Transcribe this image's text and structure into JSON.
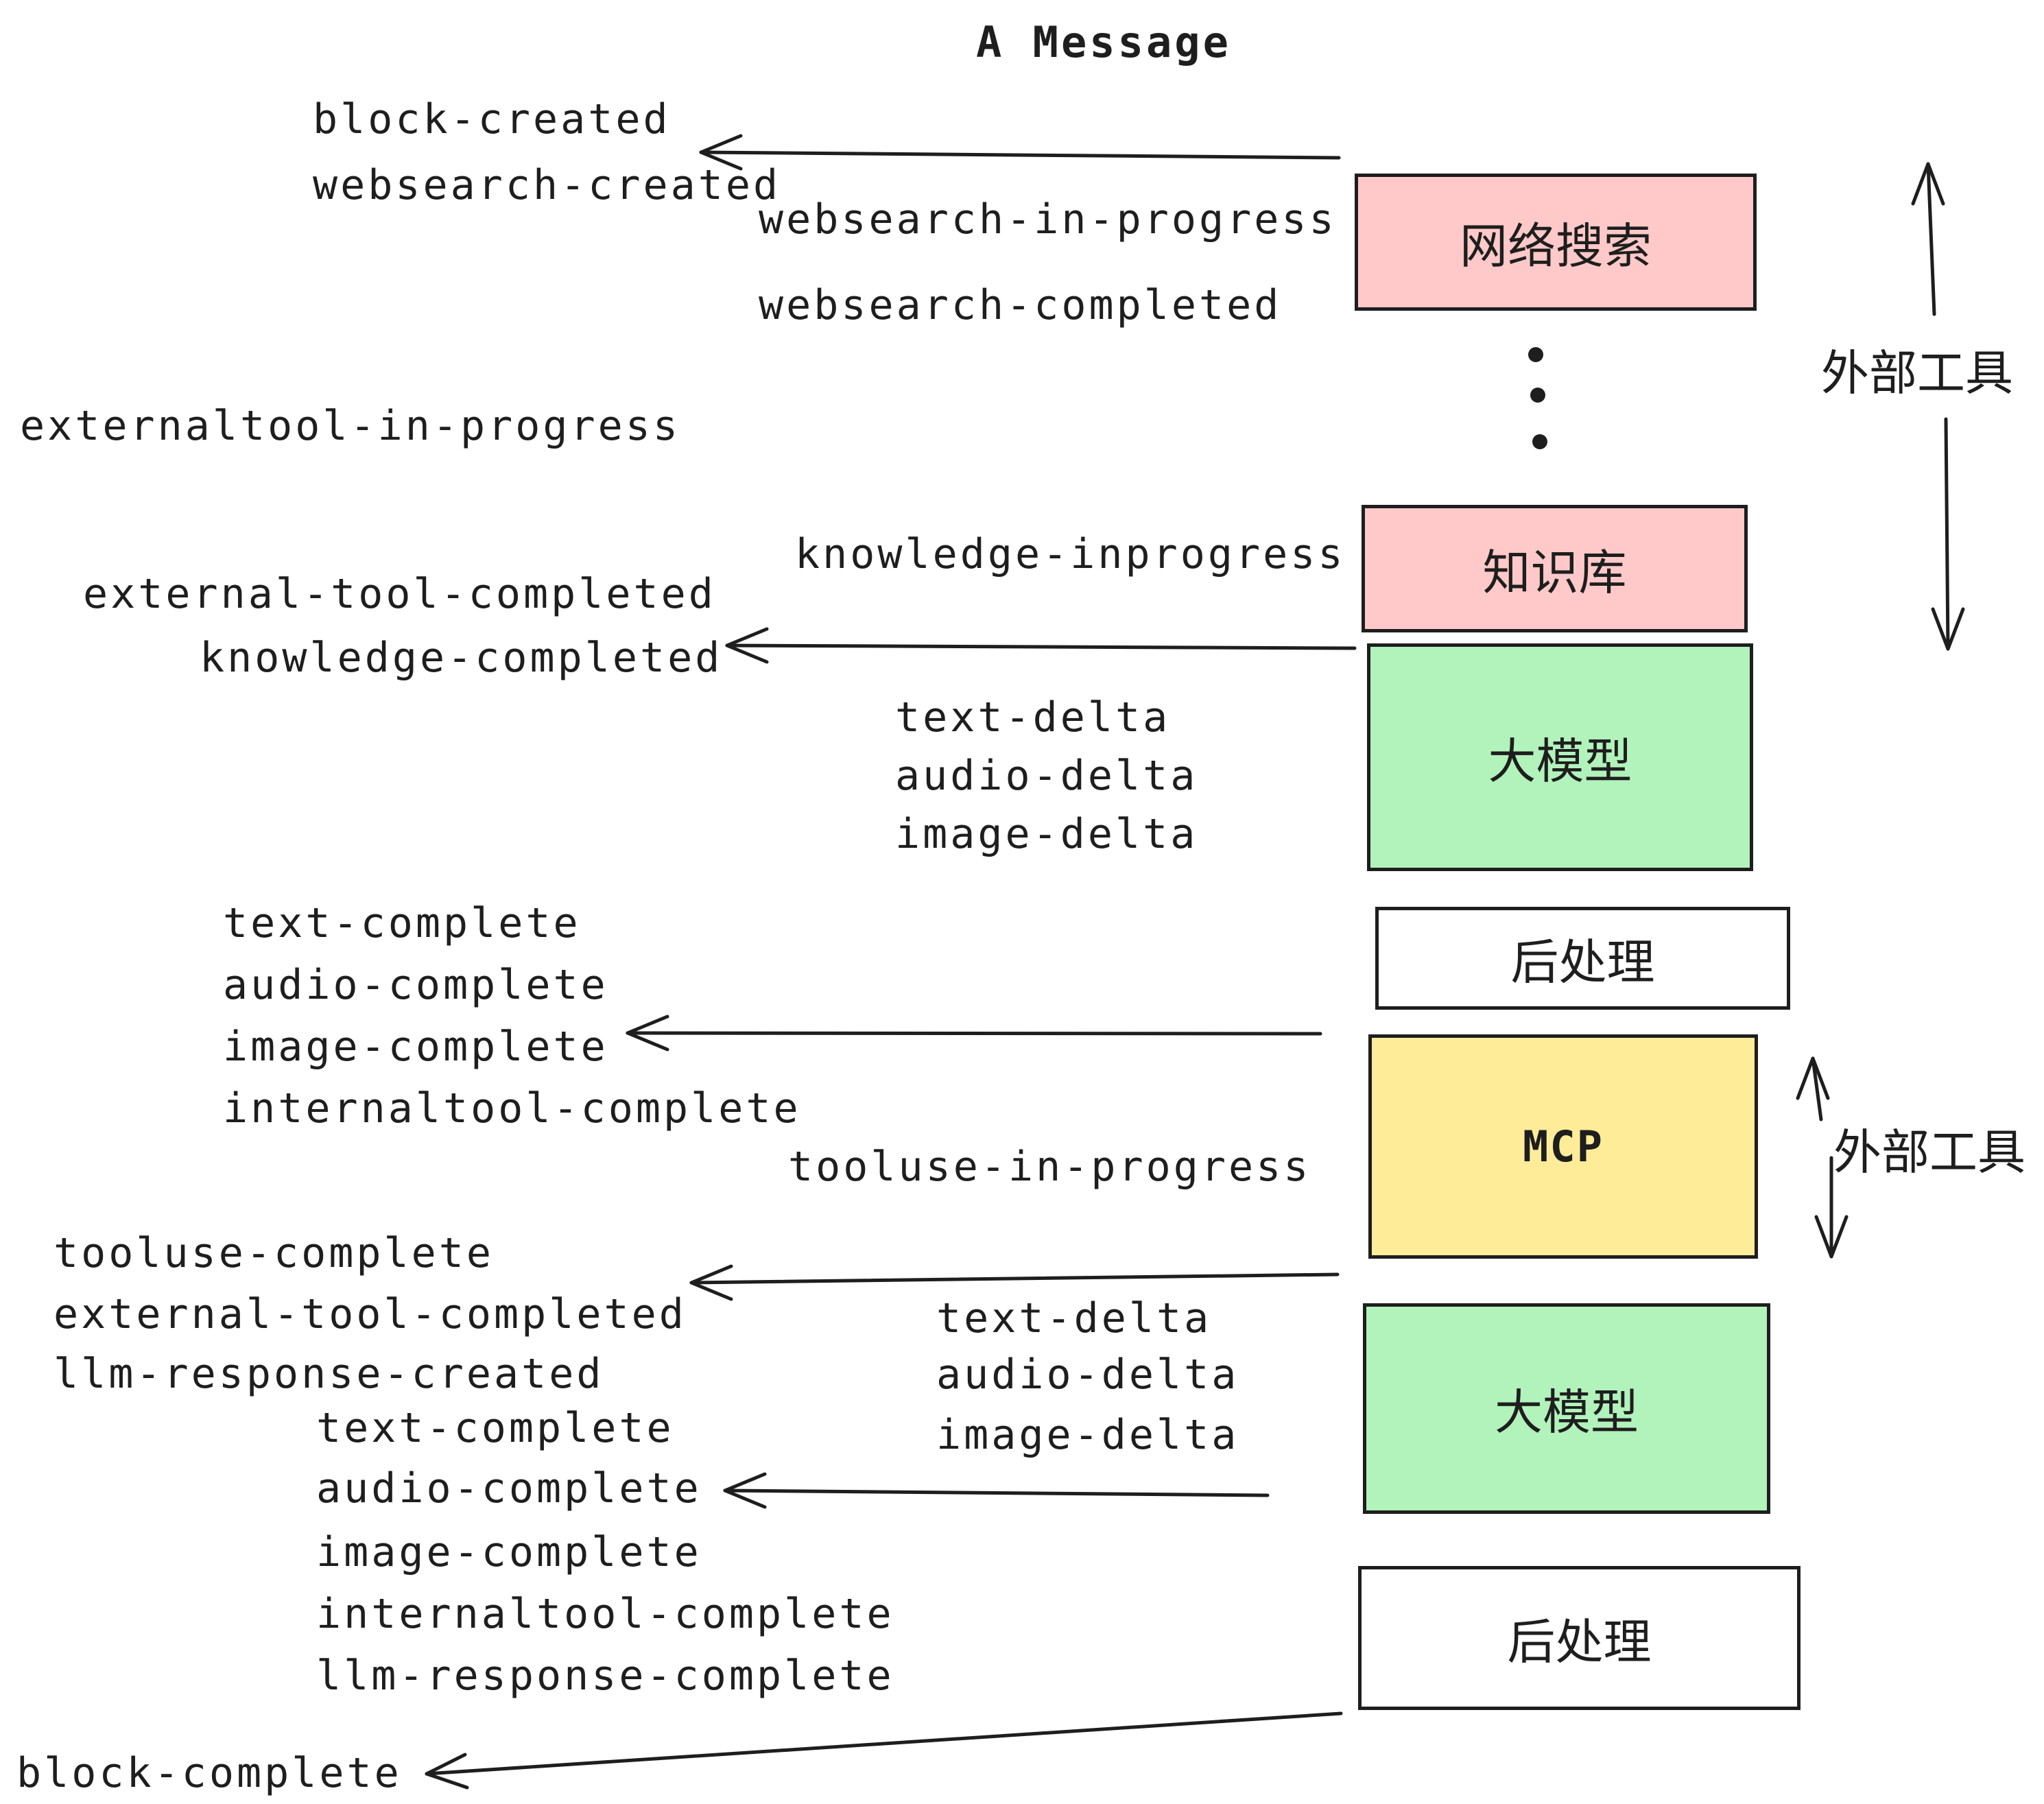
{
  "title": "A Message",
  "colors": {
    "stroke": "#1e1e1e",
    "box_pink": "#ffc9c9",
    "box_green": "#b2f2bb",
    "box_yellow": "#ffec99",
    "box_white": "#ffffff",
    "background": "#ffffff"
  },
  "boxes": {
    "websearch": {
      "label": "网络搜索",
      "fill": "#ffc9c9"
    },
    "knowledge": {
      "label": "知识库",
      "fill": "#ffc9c9"
    },
    "llm_1": {
      "label": "大模型",
      "fill": "#b2f2bb"
    },
    "post_1": {
      "label": "后处理",
      "fill": "#ffffff"
    },
    "mcp": {
      "label": "MCP",
      "fill": "#ffec99"
    },
    "llm_2": {
      "label": "大模型",
      "fill": "#b2f2bb"
    },
    "post_2": {
      "label": "后处理",
      "fill": "#ffffff"
    }
  },
  "side_annotations": {
    "external_tools_1": "外部工具",
    "external_tools_2": "外部工具"
  },
  "events": {
    "block_created": "block-created",
    "websearch_created": "websearch-created",
    "websearch_in_progress": "websearch-in-progress",
    "websearch_completed": "websearch-completed",
    "externaltool_in_progress": "externaltool-in-progress",
    "knowledge_inprogress": "knowledge-inprogress",
    "external_tool_completed_1": "external-tool-completed",
    "knowledge_completed": "knowledge-completed",
    "text_delta_1": "text-delta",
    "audio_delta_1": "audio-delta",
    "image_delta_1": "image-delta",
    "text_complete_1": "text-complete",
    "audio_complete_1": "audio-complete",
    "image_complete_1": "image-complete",
    "internaltool_complete_1": "internaltool-complete",
    "tooluse_in_progress": "tooluse-in-progress",
    "tooluse_complete": "tooluse-complete",
    "external_tool_completed_2": "external-tool-completed",
    "llm_response_created": "llm-response-created",
    "text_delta_2": "text-delta",
    "audio_delta_2": "audio-delta",
    "image_delta_2": "image-delta",
    "text_complete_2": "text-complete",
    "audio_complete_2": "audio-complete",
    "image_complete_2": "image-complete",
    "internaltool_complete_2": "internaltool-complete",
    "llm_response_complete": "llm-response-complete",
    "block_complete": "block-complete"
  }
}
